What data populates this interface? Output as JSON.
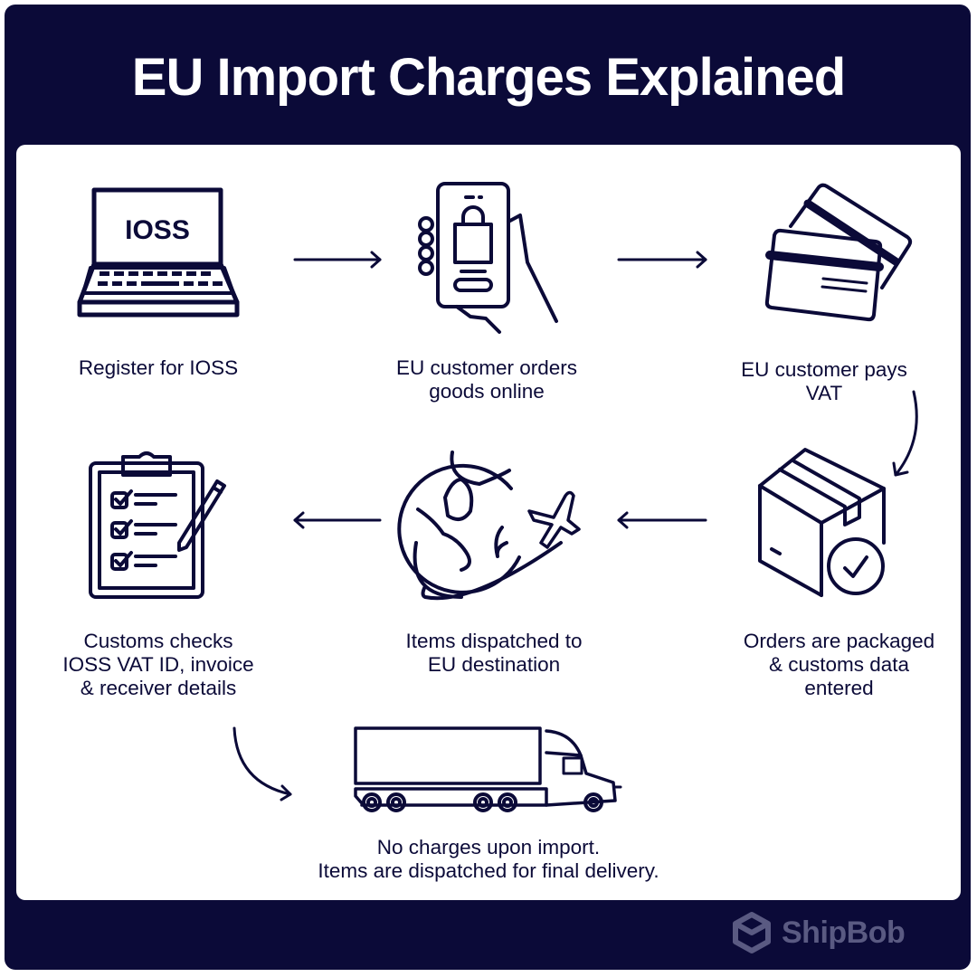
{
  "title": "EU Import Charges Explained",
  "colors": {
    "background": "#0b0a38",
    "panel": "#ffffff",
    "ink": "#0b0a38",
    "brand": "#5a5a82"
  },
  "steps": [
    {
      "id": 1,
      "icon": "laptop-icon",
      "icon_text": "IOSS",
      "label_lines": [
        "Register for IOSS"
      ]
    },
    {
      "id": 2,
      "icon": "phone-shopping-icon",
      "label_lines": [
        "EU customer orders",
        "goods online"
      ]
    },
    {
      "id": 3,
      "icon": "credit-cards-icon",
      "label_lines": [
        "EU customer pays",
        "VAT"
      ]
    },
    {
      "id": 4,
      "icon": "package-check-icon",
      "label_lines": [
        "Orders are packaged",
        "& customs data",
        "entered"
      ]
    },
    {
      "id": 5,
      "icon": "globe-plane-icon",
      "label_lines": [
        "Items dispatched to",
        "EU destination"
      ]
    },
    {
      "id": 6,
      "icon": "clipboard-checklist-icon",
      "label_lines": [
        "Customs checks",
        "IOSS VAT ID, invoice",
        "& receiver details"
      ]
    },
    {
      "id": 7,
      "icon": "truck-icon",
      "label_lines": [
        "No charges upon import.",
        "Items are dispatched for final delivery."
      ]
    }
  ],
  "flow": [
    "1->2",
    "2->3",
    "3->4",
    "4->5",
    "5->6",
    "6->7"
  ],
  "brand": {
    "name": "ShipBob",
    "icon": "shipbob-logo-icon"
  }
}
